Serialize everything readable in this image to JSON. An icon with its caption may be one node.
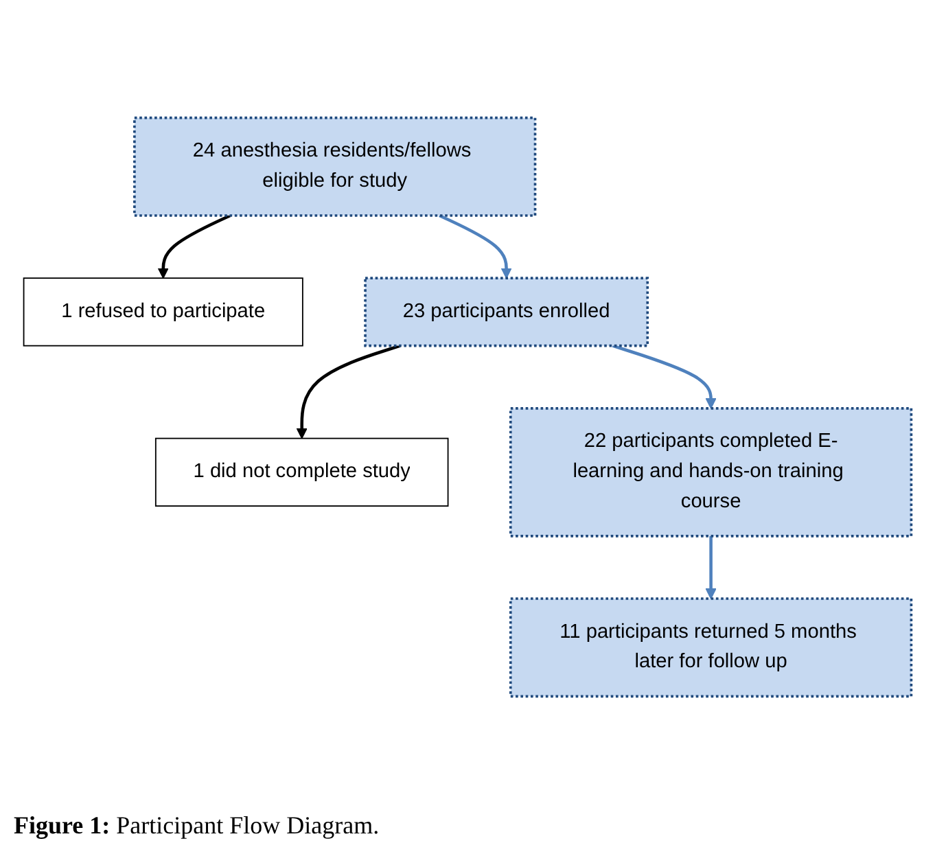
{
  "diagram": {
    "caption": "**Figure 1:** Participant Flow Diagram.",
    "nodes": [
      {
        "text": [
          "24 anesthesia residents/fellows eligible for study"
        ]
      },
      {
        "text": [
          "1 refused to participate"
        ]
      },
      {
        "text": [
          "23 participants enrolled"
        ]
      },
      {
        "text": [
          "1 did not complete study"
        ]
      },
      {
        "text": [
          "22 participants completed E-learning and hands-on training course"
        ]
      },
      {
        "text": [
          "11 participants returned 5 months later for follow up"
        ]
      }
    ],
    "edges": [
      {
        "from": 0,
        "to": 2,
        "arrow": "to"
      },
      {
        "from": 0,
        "to": 1,
        "arrow": "to",
        "color": "#000000"
      },
      {
        "from": 2,
        "to": 4,
        "arrow": "to"
      },
      {
        "from": 2,
        "to": 3,
        "arrow": "to",
        "color": "#000000"
      },
      {
        "from": 4,
        "to": 5,
        "arrow": "to"
      }
    ]
  }
}
